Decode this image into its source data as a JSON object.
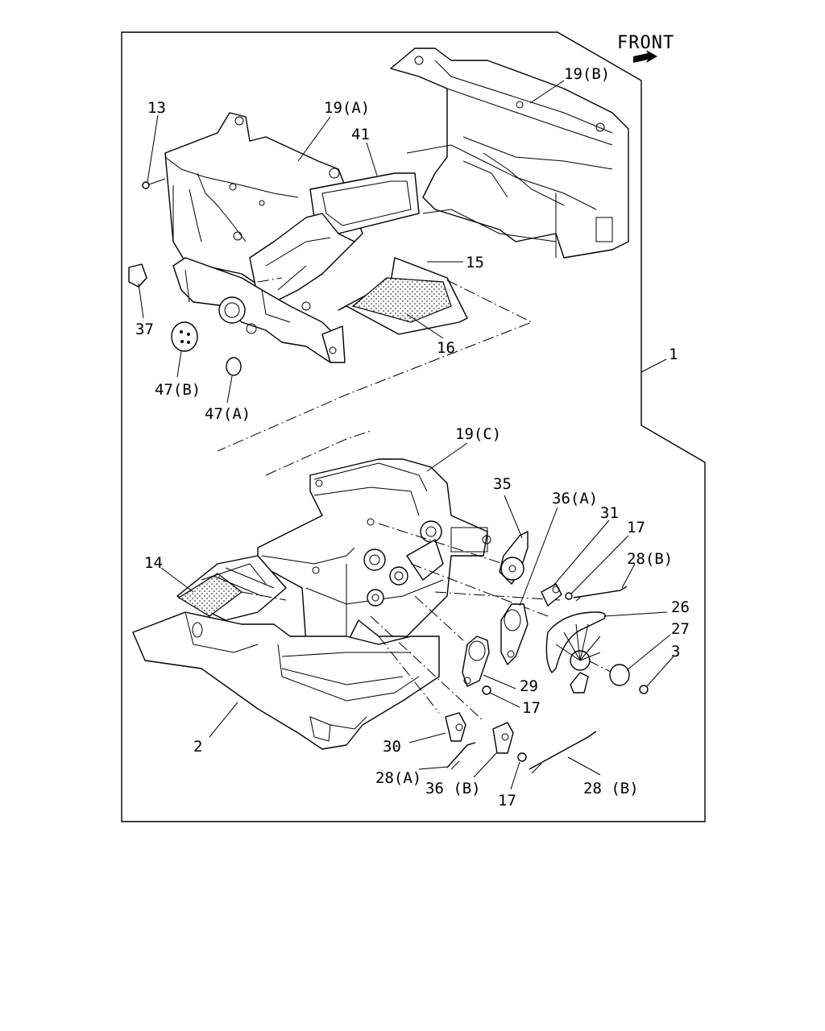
{
  "front_label": "FRONT",
  "callouts": {
    "c1": "1",
    "c2": "2",
    "c3": "3",
    "c13": "13",
    "c14": "14",
    "c15": "15",
    "c16": "16",
    "c17a": "17",
    "c17b": "17",
    "c17c": "17",
    "c19a": "19(A)",
    "c19b": "19(B)",
    "c19c": "19(C)",
    "c26": "26",
    "c27": "27",
    "c28a": "28(A)",
    "c28b1": "28(B)",
    "c28b2": "28 (B)",
    "c29": "29",
    "c30": "30",
    "c31": "31",
    "c35": "35",
    "c36a": "36(A)",
    "c36b": "36 (B)",
    "c37": "37",
    "c41": "41",
    "c47a": "47(A)",
    "c47b": "47(B)"
  },
  "icons": {
    "front_arrow": "arrow-right-icon"
  }
}
